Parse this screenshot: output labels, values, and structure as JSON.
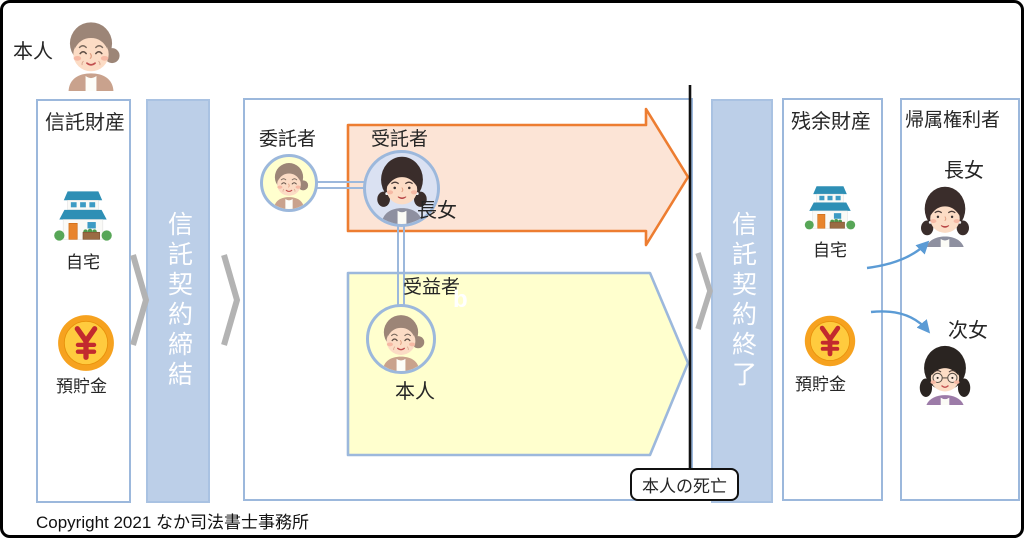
{
  "header": {
    "person_label": "本人"
  },
  "footer": {
    "copyright": "Copyright 2021 なか司法書士事務所"
  },
  "trust_assets_panel": {
    "title": "信託財産",
    "items": [
      {
        "icon": "house-icon",
        "label": "自宅"
      },
      {
        "icon": "yen-coin-icon",
        "label": "預貯金"
      }
    ]
  },
  "contract_start_bar": {
    "label": "信託契約締結"
  },
  "trust_box": {
    "settlor": {
      "role_label": "委託者",
      "icon": "grandma-icon"
    },
    "trustee": {
      "role_label": "受託者",
      "name_label": "長女",
      "icon": "eldest-daughter-icon"
    },
    "beneficiary": {
      "role_label": "受益者",
      "name_label": "本人",
      "icon": "grandma-icon"
    },
    "watermark": "b"
  },
  "death_marker": {
    "label": "本人の死亡"
  },
  "contract_end_bar": {
    "label": "信託契約終了"
  },
  "residual_assets_panel": {
    "title": "残余財産",
    "items": [
      {
        "icon": "house-icon",
        "label": "自宅"
      },
      {
        "icon": "yen-coin-icon",
        "label": "預貯金"
      }
    ]
  },
  "rights_holder_panel": {
    "title": "帰属権利者",
    "people": [
      {
        "name": "長女",
        "icon": "eldest-daughter-icon"
      },
      {
        "name": "次女",
        "icon": "second-daughter-icon"
      }
    ]
  },
  "colors": {
    "panel_border_blue": "#9CB8DC",
    "bar_fill_blue": "#BCCFE8",
    "orange_arrow_fill": "#FCE4D6",
    "orange_arrow_border": "#ED7D31",
    "yellow_fill": "#FFFFCE",
    "trustee_circle_fill": "#DAE1F2",
    "flow_arrow_blue": "#5B9BD5",
    "chevron_gray": "#B3B3B3",
    "timeline_black": "#111111"
  }
}
